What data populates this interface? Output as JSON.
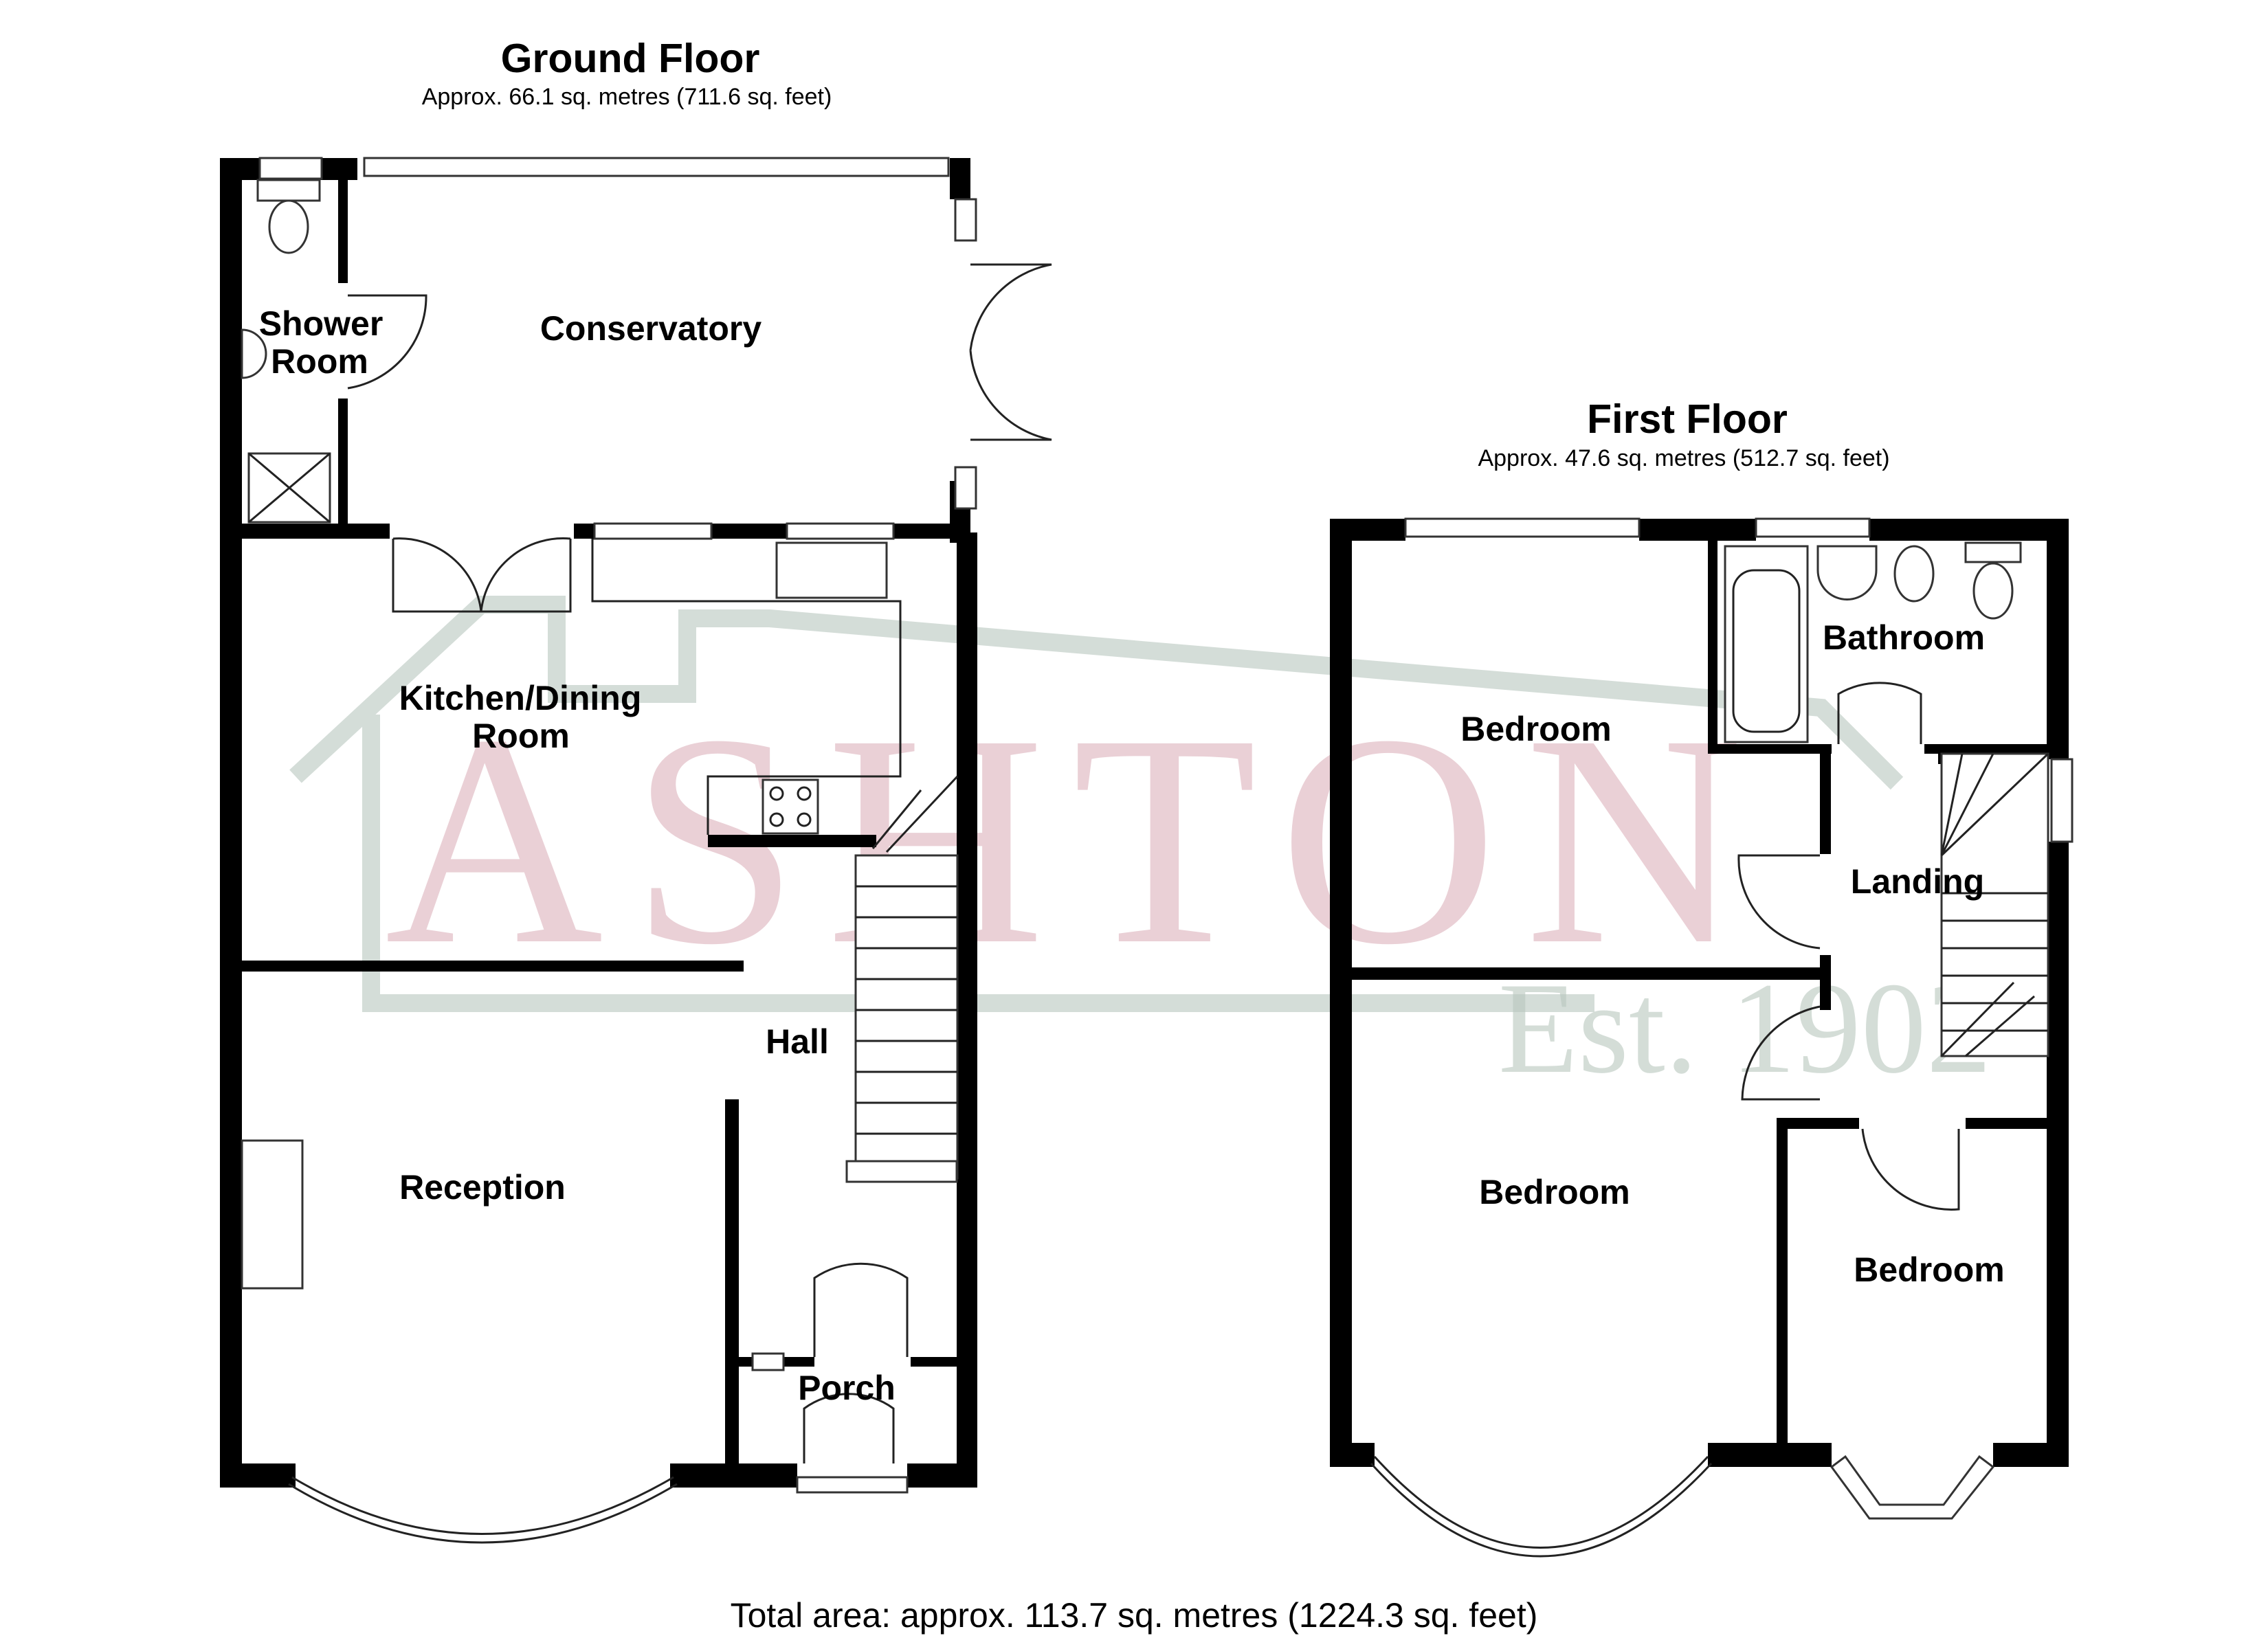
{
  "watermark": {
    "brand": "ASHTON",
    "established": "Est. 1902",
    "text_color": "#d9aab5",
    "house_color": "#b8c7be"
  },
  "ground_floor": {
    "title": "Ground Floor",
    "area": "Approx. 66.1 sq. metres (711.6 sq. feet)",
    "rooms": {
      "shower_room_line1": "Shower",
      "shower_room_line2": "Room",
      "conservatory": "Conservatory",
      "kitchen_dining_line1": "Kitchen/Dining",
      "kitchen_dining_line2": "Room",
      "reception": "Reception",
      "hall": "Hall",
      "porch": "Porch"
    }
  },
  "first_floor": {
    "title": "First Floor",
    "area": "Approx. 47.6 sq. metres (512.7 sq. feet)",
    "rooms": {
      "bedroom_rear": "Bedroom",
      "bathroom": "Bathroom",
      "landing": "Landing",
      "bedroom_front": "Bedroom",
      "bedroom_small": "Bedroom"
    }
  },
  "total_area": "Total area: approx. 113.7 sq. metres (1224.3 sq. feet)"
}
